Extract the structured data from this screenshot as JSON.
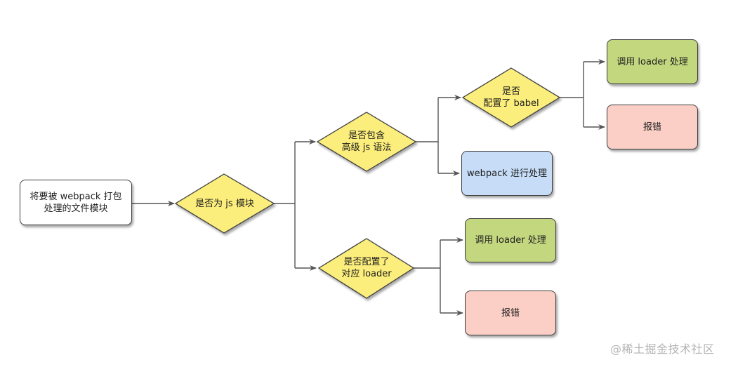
{
  "nodes": {
    "start": "将要被 webpack 打包\n处理的文件模块",
    "is_js": "是否为 js 模块",
    "advanced_syntax": "是否包含\n高级 js 语法",
    "babel_configured": "是否\n配置了 babel",
    "babel_loader": "调用 loader 处理",
    "babel_error": "报错",
    "webpack_process": "webpack 进行处理",
    "loader_configured": "是否配置了\n对应 loader",
    "other_loader": "调用 loader 处理",
    "other_error": "报错"
  },
  "colors": {
    "decision": "#fcee7c",
    "process_ok": "#c3d77f",
    "error": "#fbcfc5",
    "webpack": "#c7ddf7",
    "start": "#ffffff",
    "edge": "#555555"
  },
  "watermark": "@稀土掘金技术社区"
}
